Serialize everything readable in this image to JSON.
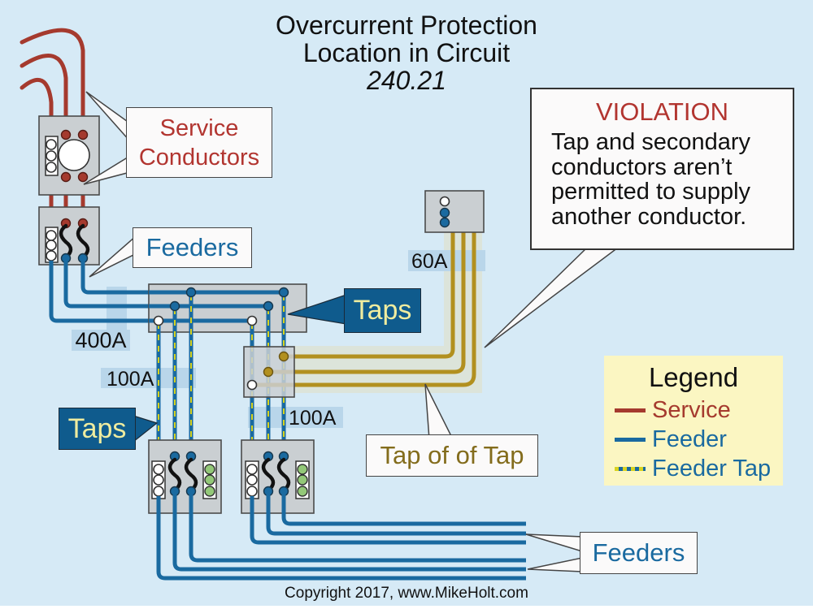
{
  "title": {
    "line1": "Overcurrent Protection",
    "line2": "Location in Circuit",
    "line3": "240.21"
  },
  "callouts": {
    "service_conductors": {
      "line1": "Service",
      "line2": "Conductors"
    },
    "feeders_top": "Feeders",
    "taps_right": "Taps",
    "taps_left": "Taps",
    "tap_of_tap": "Tap of of Tap",
    "feeders_bottom": "Feeders"
  },
  "ratings": {
    "feeder": "400A",
    "tap_left": "100A",
    "tap_right": "100A",
    "tap_of_tap_ocpd": "60A"
  },
  "violation": {
    "title": "VIOLATION",
    "lines": [
      "Tap and secondary",
      "conductors aren’t",
      "permitted to supply",
      "another conductor."
    ]
  },
  "legend": {
    "title": "Legend",
    "items": [
      {
        "label": "Service",
        "style": "service"
      },
      {
        "label": "Feeder",
        "style": "feeder"
      },
      {
        "label": "Feeder Tap",
        "style": "feeder-tap"
      }
    ]
  },
  "footer": {
    "copyright": "Copyright 2017, www.MikeHolt.com"
  },
  "colors": {
    "bg": "#d6eaf6",
    "service": "#a53a2e",
    "redText": "#b23530",
    "feeder": "#1a6aa0",
    "dash": "#d8d31e",
    "gold": "#b2901f",
    "goldText": "#836c1c",
    "calloutBlue": "#0f5b8d",
    "calloutText": "#efec9f",
    "highlight": "#b9d6ea",
    "sage": "#dce4da",
    "equip": "#cacfd2",
    "equipStroke": "#4b4b4b",
    "legendBg": "#fbf6c2",
    "green": "#93c878",
    "boxBg": "#fbfafa"
  }
}
